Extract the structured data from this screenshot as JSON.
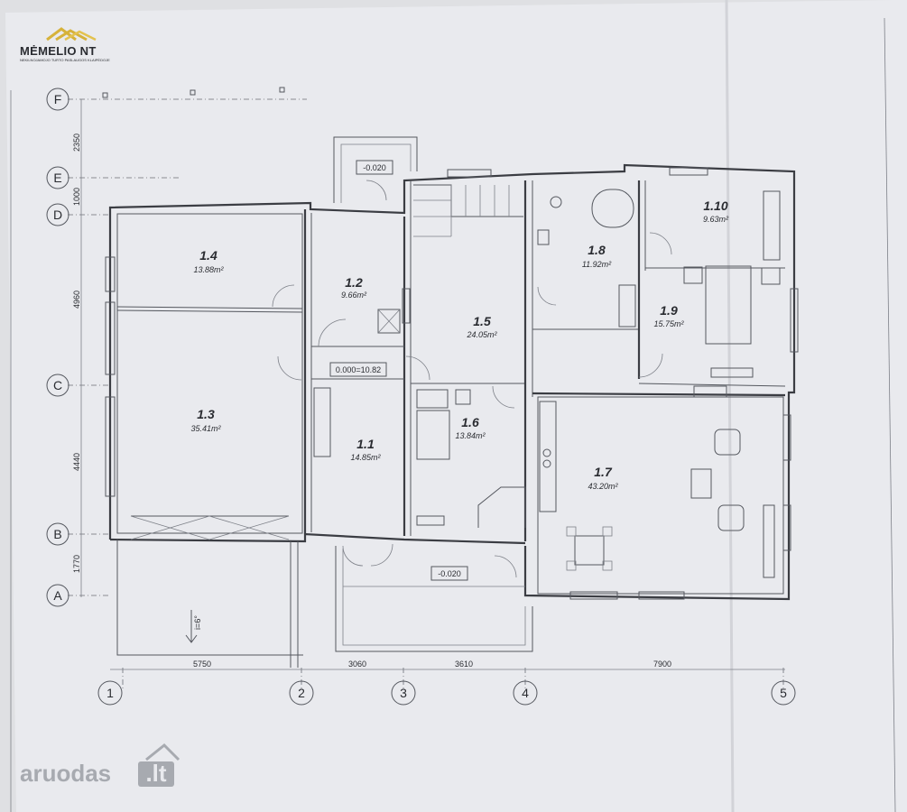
{
  "logo": {
    "name": "MĖMELIO NT",
    "tagline": "NEKILNOJAMOJO TURTO PASLAUGOS KLAIPĖDOJE"
  },
  "watermark": {
    "text": "aruodas",
    "suffix": ".lt"
  },
  "axes": {
    "rows": [
      "F",
      "E",
      "D",
      "C",
      "B",
      "A"
    ],
    "columns": [
      "1",
      "2",
      "3",
      "4",
      "5"
    ]
  },
  "dimensions": {
    "vertical": [
      "2350",
      "1000",
      "4960",
      "4440",
      "1770"
    ],
    "horizontal": [
      "5750",
      "3060",
      "3610",
      "7900"
    ]
  },
  "levels": {
    "porch_top": "-0.020",
    "entrance": "0.000=10.82",
    "porch_bottom": "-0.020"
  },
  "slope_mark": "i=6°",
  "rooms": [
    {
      "number": "1.1",
      "area": "14.85m²"
    },
    {
      "number": "1.2",
      "area": "9.66m²"
    },
    {
      "number": "1.3",
      "area": "35.41m²"
    },
    {
      "number": "1.4",
      "area": "13.88m²"
    },
    {
      "number": "1.5",
      "area": "24.05m²"
    },
    {
      "number": "1.6",
      "area": "13.84m²"
    },
    {
      "number": "1.7",
      "area": "43.20m²"
    },
    {
      "number": "1.8",
      "area": "11.92m²"
    },
    {
      "number": "1.9",
      "area": "15.75m²"
    },
    {
      "number": "1.10",
      "area": "9.63m²"
    }
  ],
  "colors": {
    "paper": "#e9eaee",
    "line": "#3b3d43",
    "background": "#dfe0e3"
  }
}
